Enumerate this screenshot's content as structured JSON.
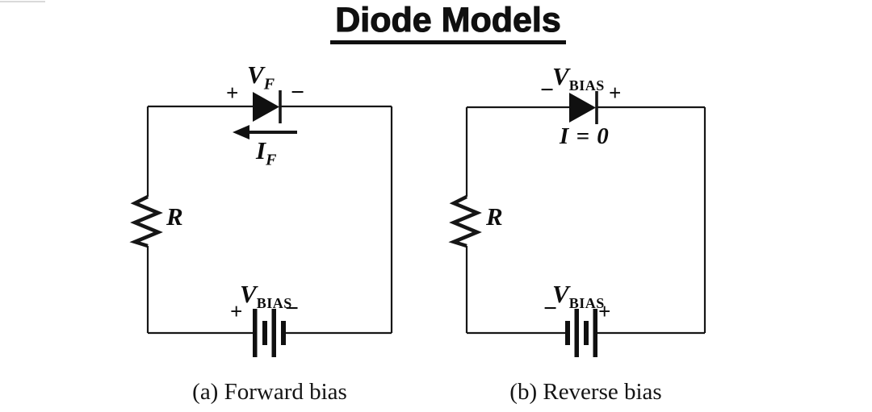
{
  "title": "Diode Models",
  "circuit_a": {
    "diode_voltage": {
      "main": "V",
      "sub": "F"
    },
    "diode_anode_sign": "+",
    "diode_cathode_sign": "−",
    "current": {
      "main": "I",
      "sub": "F"
    },
    "resistor": "R",
    "battery_voltage": {
      "main": "V",
      "sub": "BIAS"
    },
    "battery_left_sign": "+",
    "battery_right_sign": "−",
    "caption": "(a) Forward bias"
  },
  "circuit_b": {
    "diode_voltage": {
      "main": "V",
      "sub": "BIAS"
    },
    "diode_anode_sign": "−",
    "diode_cathode_sign": "+",
    "current": "I = 0",
    "resistor": "R",
    "battery_voltage": {
      "main": "V",
      "sub": "BIAS"
    },
    "battery_left_sign": "−",
    "battery_right_sign": "+",
    "caption": "(b) Reverse bias"
  }
}
